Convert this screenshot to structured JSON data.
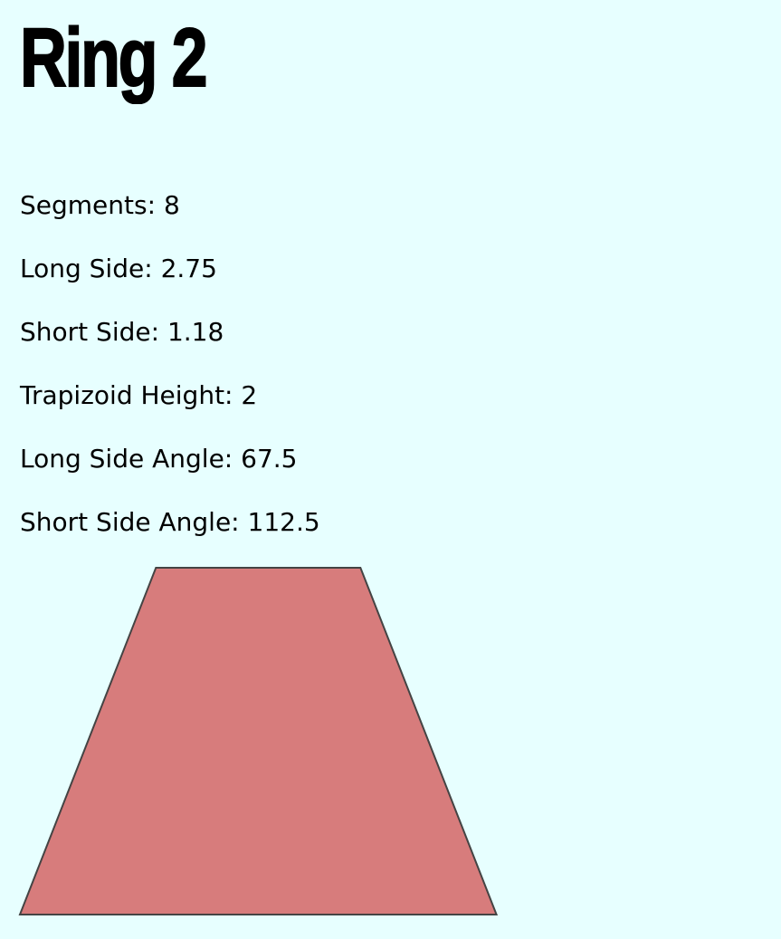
{
  "page": {
    "title": "Ring 2"
  },
  "ring": {
    "segments_label": "Segments:",
    "segments": 8,
    "long_side_label": "Long Side:",
    "long_side": 2.75,
    "short_side_label": "Short Side:",
    "short_side": 1.18,
    "height_label": "Trapizoid Height:",
    "height": 2,
    "long_angle_label": "Long Side Angle:",
    "long_angle": 67.5,
    "short_angle_label": "Short Side Angle:",
    "short_angle": 112.5
  },
  "colors": {
    "background": "#e7ffff",
    "trapezoid_fill": "#d77c7c",
    "trapezoid_stroke": "#444444"
  }
}
